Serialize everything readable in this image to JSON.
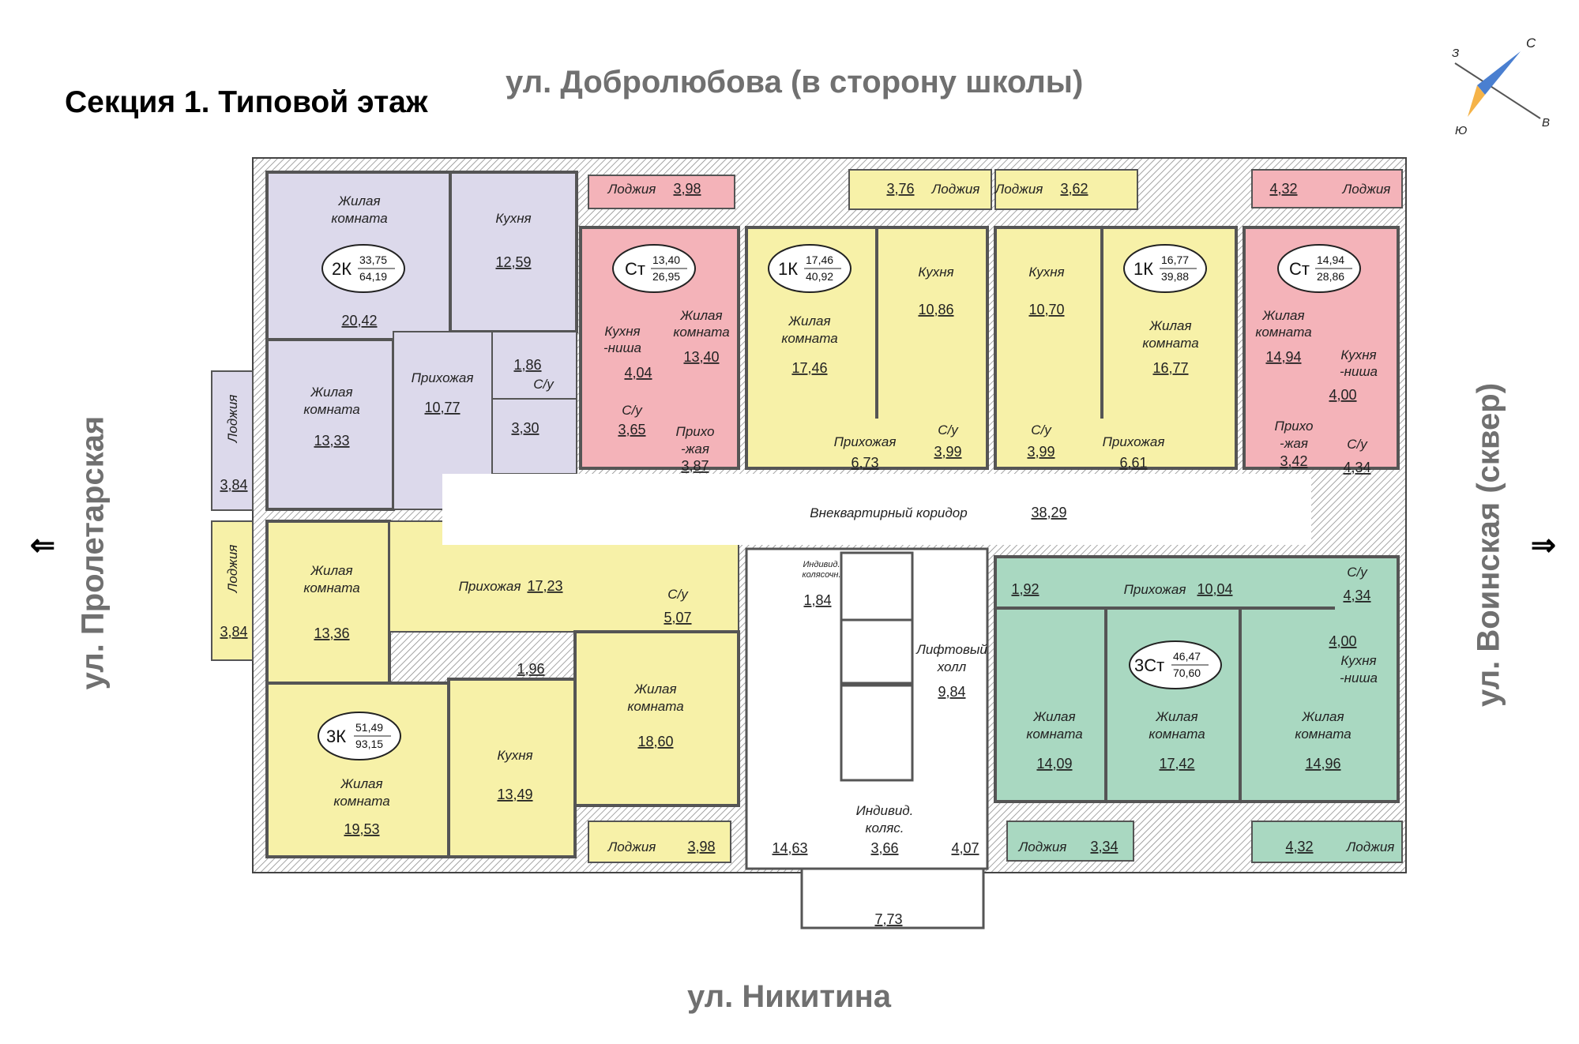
{
  "title": "Секция 1. Типовой этаж",
  "streets": {
    "top": "ул. Добролюбова (в сторону школы)",
    "bottom": "ул. Никитина",
    "left": "ул. Пролетарская",
    "right": "ул. Воинская (сквер)"
  },
  "arrows": {
    "left": "⇐",
    "right": "⇒"
  },
  "compass": {
    "n": "С",
    "s": "Ю",
    "w": "З",
    "e": "В"
  },
  "colors": {
    "purple": "#dcd9eb",
    "pink": "#f4b3b9",
    "yellow": "#f7f1a8",
    "green": "#a9d8c1",
    "white": "#ffffff",
    "wall": "#4a4a4a"
  },
  "labels": {
    "living": "Жилая",
    "room": "комната",
    "kitchen": "Кухня",
    "hall": "Прихожая",
    "bath": "С/у",
    "loggia": "Лоджия",
    "niche1": "Кухня",
    "niche2": "-ниша",
    "prih1": "Прихо",
    "prih2": "-жая",
    "corridor": "Внеквартирный коридор",
    "lift1": "Лифтовый",
    "lift2": "холл",
    "indiv1": "Индивид.",
    "indiv2": "коляс.",
    "indiv_small1": "Индивид.",
    "indiv_small2": "колясочн."
  },
  "apartments": [
    {
      "badge": "2К",
      "top": "33,75",
      "bottom": "64,19"
    },
    {
      "badge": "Ст",
      "top": "13,40",
      "bottom": "26,95"
    },
    {
      "badge": "1К",
      "top": "17,46",
      "bottom": "40,92"
    },
    {
      "badge": "1К",
      "top": "16,77",
      "bottom": "39,88"
    },
    {
      "badge": "Ст",
      "top": "14,94",
      "bottom": "28,86"
    },
    {
      "badge": "3К",
      "top": "51,49",
      "bottom": "93,15"
    },
    {
      "badge": "3Ст",
      "top": "46,47",
      "bottom": "70,60"
    }
  ],
  "areas": {
    "a1_living1": "20,42",
    "a1_kitchen": "12,59",
    "a1_living2": "13,33",
    "a1_hall": "10,77",
    "a1_wc": "1,86",
    "a1_bath": "3,30",
    "a1_loggia": "3,84",
    "a2_loggia": "3,98",
    "a2_niche": "4,04",
    "a2_living": "13,40",
    "a2_bath": "3,65",
    "a2_hall": "3,87",
    "a3_loggia": "3,76",
    "a3_living": "17,46",
    "a3_kitchen": "10,86",
    "a3_hall": "6,73",
    "a3_bath": "3,99",
    "a4_loggia": "3,62",
    "a4_kitchen": "10,70",
    "a4_living": "16,77",
    "a4_hall": "6,61",
    "a4_bath": "3,99",
    "a5_loggia": "4,32",
    "a5_living": "14,94",
    "a5_niche": "4,00",
    "a5_hall": "3,42",
    "a5_bath": "4,34",
    "a6_loggia_left": "3,84",
    "a6_living1": "13,36",
    "a6_hall": "17,23",
    "a6_bath": "5,07",
    "a6_wc": "1,96",
    "a6_living2": "18,60",
    "a6_living3": "19,53",
    "a6_kitchen": "13,49",
    "a6_loggia": "3,98",
    "a7_store": "1,92",
    "a7_hall": "10,04",
    "a7_bath": "4,34",
    "a7_niche": "4,00",
    "a7_living1": "14,09",
    "a7_living2": "17,42",
    "a7_living3": "14,96",
    "a7_loggia1": "3,34",
    "a7_loggia2": "4,32",
    "corridor": "38,29",
    "indiv_small": "1,84",
    "lift_hall": "9,84",
    "stairs": "14,63",
    "indiv": "3,66",
    "vest": "4,07",
    "entry": "7,73"
  }
}
